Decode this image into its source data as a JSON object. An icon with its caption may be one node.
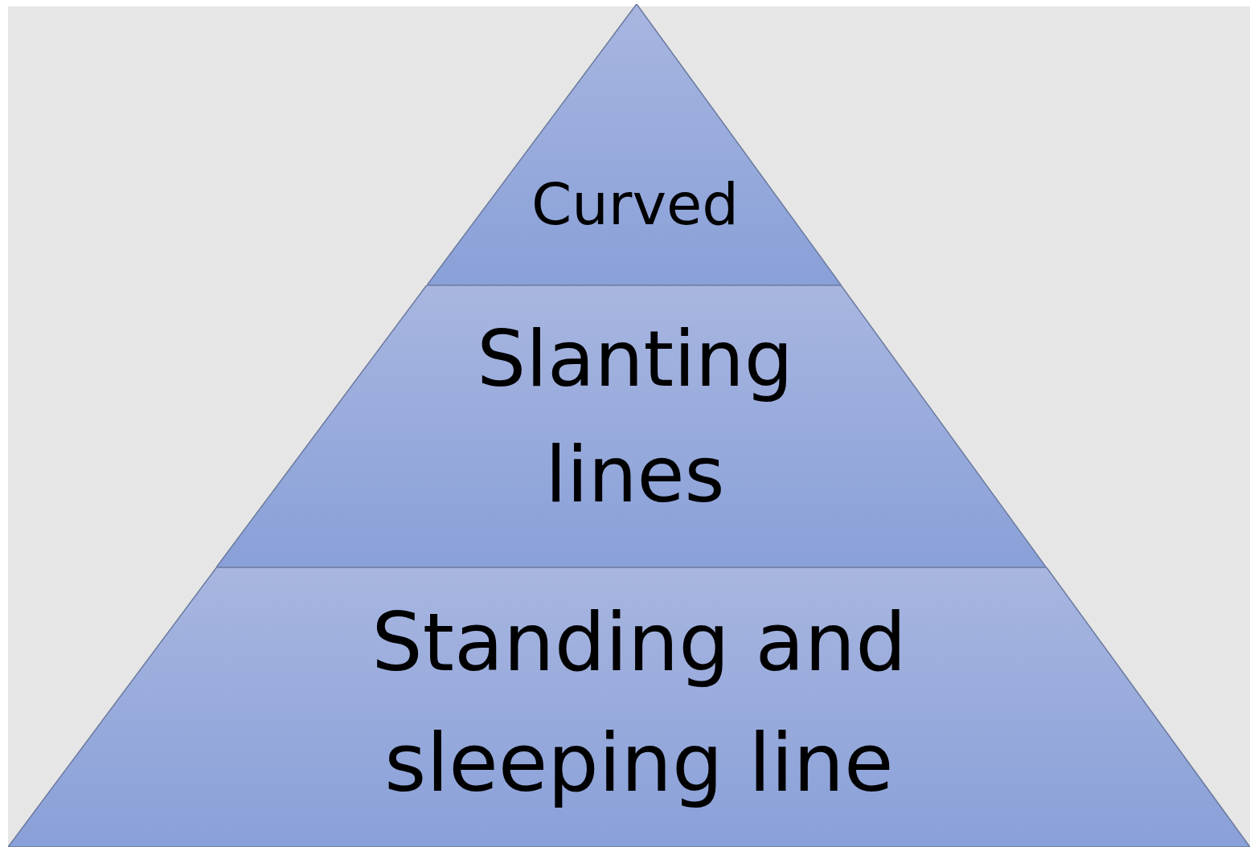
{
  "diagram": {
    "nodes": [
      {
        "text": [
          "Curved"
        ]
      },
      {
        "text": [
          "Slanting lines"
        ]
      },
      {
        "text": [
          "Standing and sleeping line"
        ]
      }
    ]
  }
}
